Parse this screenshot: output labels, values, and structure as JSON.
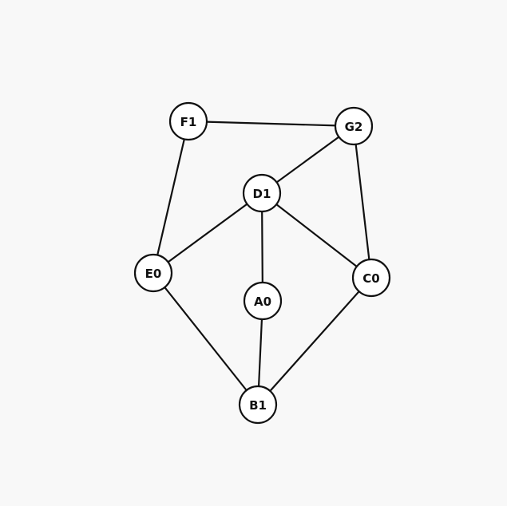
{
  "graph": {
    "nodes": [
      {
        "id": "F1",
        "label": "F1"
      },
      {
        "id": "G2",
        "label": "G2"
      },
      {
        "id": "D1",
        "label": "D1"
      },
      {
        "id": "E0",
        "label": "E0"
      },
      {
        "id": "A0",
        "label": "A0"
      },
      {
        "id": "C0",
        "label": "C0"
      },
      {
        "id": "B1",
        "label": "B1"
      }
    ],
    "edges": [
      {
        "from": "F1",
        "to": "G2"
      },
      {
        "from": "F1",
        "to": "E0"
      },
      {
        "from": "G2",
        "to": "D1"
      },
      {
        "from": "G2",
        "to": "C0"
      },
      {
        "from": "D1",
        "to": "E0"
      },
      {
        "from": "D1",
        "to": "A0"
      },
      {
        "from": "D1",
        "to": "C0"
      },
      {
        "from": "E0",
        "to": "B1"
      },
      {
        "from": "A0",
        "to": "B1"
      },
      {
        "from": "C0",
        "to": "B1"
      }
    ],
    "colors": {
      "background": "#f8f8f8",
      "node_fill": "#ffffff",
      "stroke": "#111111",
      "text": "#111111"
    }
  }
}
